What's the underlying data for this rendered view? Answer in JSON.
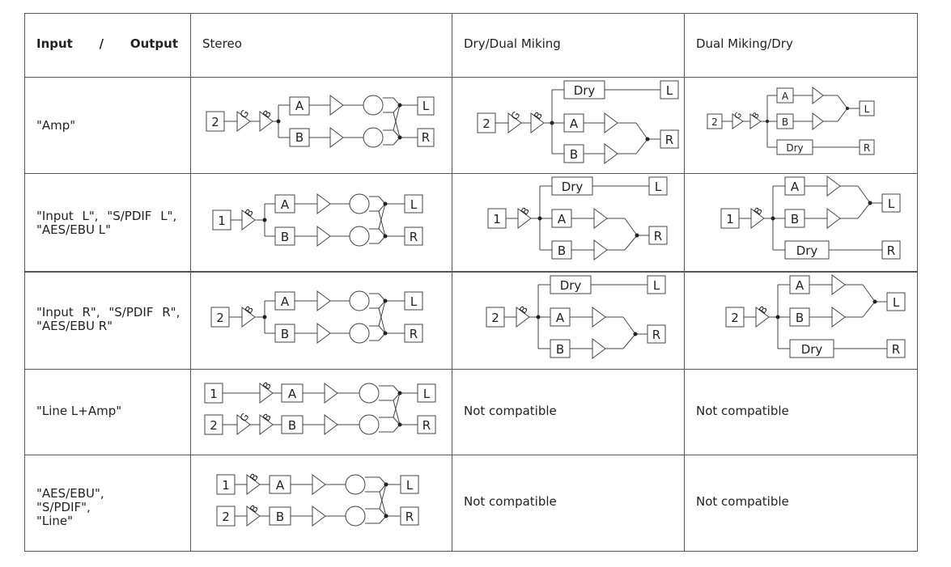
{
  "header": {
    "input": "Input",
    "slash": "/",
    "output": "Output",
    "stereo": "Stereo",
    "dry_dual": "Dry/Dual Miking",
    "dual_dry": "Dual Miking/Dry"
  },
  "rows": [
    {
      "label_1": "\"Amp\"",
      "label_2": ""
    },
    {
      "label_1": "\"Input L\", \"S/PDIF L\",",
      "label_2": "\"AES/EBU L\""
    },
    {
      "label_1": "\"Input R\", \"S/PDIF R\",",
      "label_2": "\"AES/EBU R\""
    },
    {
      "label_1": "\"Line L+Amp\"",
      "label_2": ""
    },
    {
      "label_1": "\"AES/EBU\", \"S/PDIF\",",
      "label_2": "\"Line\""
    }
  ],
  "not_compatible": "Not compatible",
  "diagram_labels": {
    "in1": "1",
    "in2": "2",
    "gain": "G",
    "boost": "B",
    "a": "A",
    "b": "B",
    "dry": "Dry",
    "left": "L",
    "right": "R"
  }
}
